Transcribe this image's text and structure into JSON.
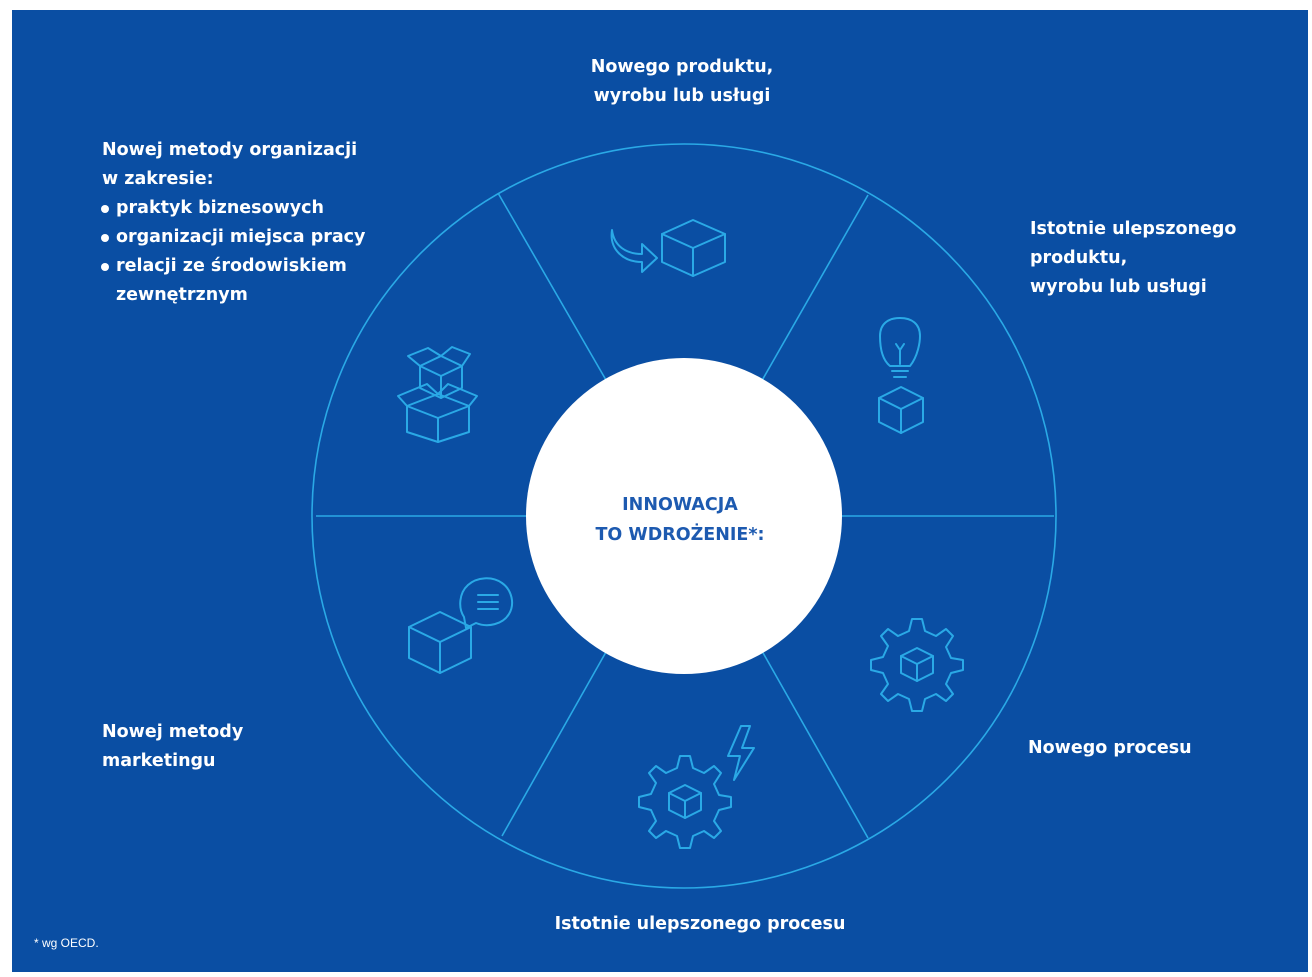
{
  "center": {
    "line1": "INNOWACJA",
    "line2": "TO WDROŻENIE*:"
  },
  "segments": {
    "top": {
      "line1": "Nowego produktu,",
      "line2": "wyrobu lub usługi",
      "icon": "arrow-into-box-icon"
    },
    "top_right": {
      "line1": "Istotnie ulepszonego",
      "line2": "produktu,",
      "line3": "wyrobu lub usługi",
      "icon": "lightbulb-box-icon"
    },
    "bottom_right": {
      "line1": "Nowego procesu",
      "icon": "gear-box-icon"
    },
    "bottom": {
      "line1": "Istotnie ulepszonego procesu",
      "icon": "gear-lightning-box-icon"
    },
    "bottom_left": {
      "line1": "Nowej metody",
      "line2": "marketingu",
      "icon": "chat-box-icon"
    },
    "top_left": {
      "line1": "Nowej metody organizacji",
      "line2": "w zakresie:",
      "bullets": [
        {
          "line1": "praktyk biznesowych"
        },
        {
          "line1": "organizacji miejsca pracy"
        },
        {
          "line1": "relacji ze środowiskiem",
          "line2": "zewnętrznym"
        }
      ],
      "icon": "stacked-open-boxes-icon"
    }
  },
  "footnote": "* wg OECD.",
  "colors": {
    "background": "#0a4ea3",
    "lines": "#2aa9e6",
    "center_fill": "#ffffff",
    "center_text": "#1d5ab0",
    "text": "#ffffff"
  }
}
